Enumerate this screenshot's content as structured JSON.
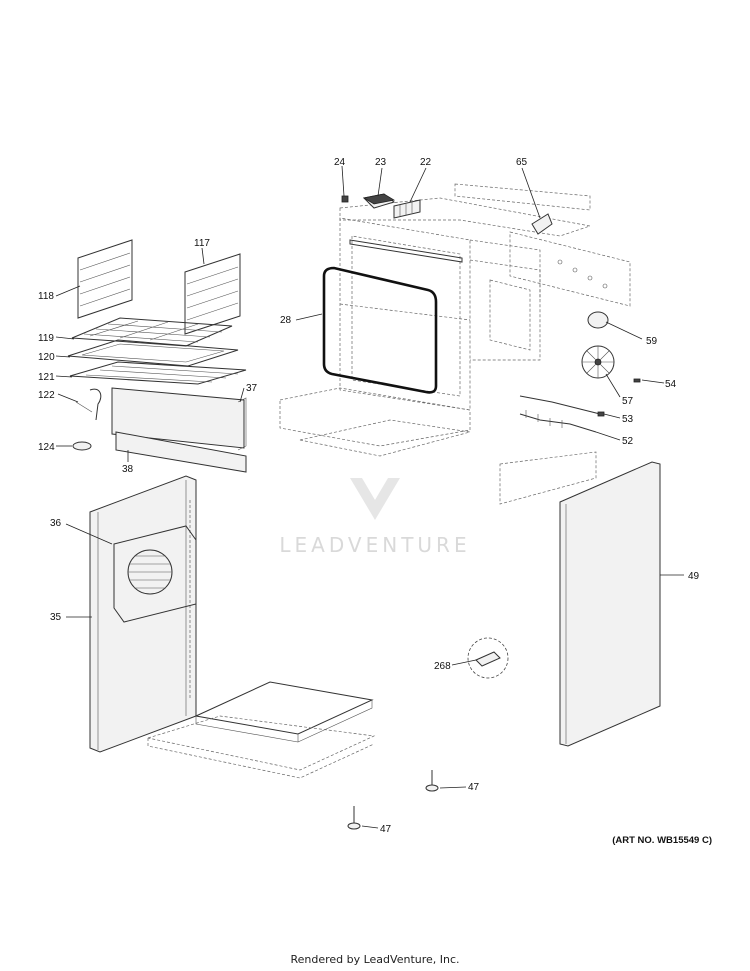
{
  "labels": {
    "p24": "24",
    "p23": "23",
    "p22": "22",
    "p65": "65",
    "p117": "117",
    "p118": "118",
    "p119": "119",
    "p120": "120",
    "p121": "121",
    "p122": "122",
    "p37": "37",
    "p124": "124",
    "p38": "38",
    "p28": "28",
    "p59": "59",
    "p54": "54",
    "p57": "57",
    "p53": "53",
    "p52": "52",
    "p36": "36",
    "p35": "35",
    "p49": "49",
    "p268": "268",
    "p47a": "47",
    "p47b": "47"
  },
  "art_number": "(ART NO. WB15549 C)",
  "watermark": "LEADVENTURE",
  "footer": "Rendered by LeadVenture, Inc."
}
